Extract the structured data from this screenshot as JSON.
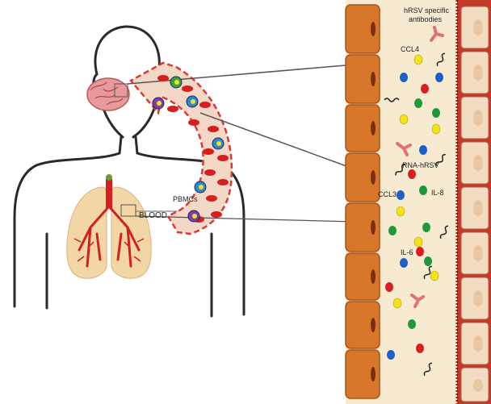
{
  "labels": {
    "antibodies": "hRSV specific antibodies",
    "ccl4": "CCL4",
    "rna_hrsv": "RNA-hRSV",
    "ccl3": "CCL3",
    "il8": "IL-8",
    "il6": "IL-6",
    "pbmcs": "PBMCs",
    "blood": "BLOOD"
  },
  "colors": {
    "cell_orange": "#d8772a",
    "cell_orange_dark": "#a8521a",
    "tissue_bg": "#f6ead0",
    "right_cell": "#f2ddc2",
    "right_cell_border": "#c23a2a",
    "rbc_red": "#d81f1f",
    "arrow_fill": "#f3d8c8",
    "arrow_border": "#d83a36",
    "molecule_yellow": "#f2e21a",
    "molecule_blue": "#1f5fc8",
    "molecule_green": "#1c9a3a",
    "molecule_red": "#d81f1f",
    "antibody_pink": "#e0707a",
    "lung_fill": "#f2d6a6",
    "vessel_red": "#d21f1f"
  },
  "icons": [
    "human-silhouette",
    "brain-icon",
    "lungs-icon",
    "pbmc-cell-icon",
    "red-blood-cell-icon",
    "antibody-icon",
    "virus-rna-icon"
  ]
}
